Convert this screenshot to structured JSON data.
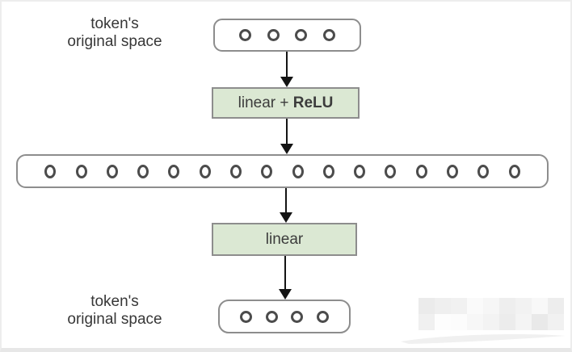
{
  "diagram": {
    "top_label": {
      "line1": "token's",
      "line2": "original space"
    },
    "bottom_label": {
      "line1": "token's",
      "line2": "original space"
    },
    "top_vector": {
      "circles": 4
    },
    "hidden_vector": {
      "circles": 16
    },
    "bottom_vector": {
      "circles": 4
    },
    "op1": {
      "prefix": "linear + ",
      "bold": "ReLU"
    },
    "op2": {
      "label": "linear"
    },
    "colors": {
      "op_fill_green": "#dbe8d3",
      "box_border_gray": "#8d8d8d",
      "circle_stroke": "#4c4c4c",
      "arrow_black": "#141414",
      "label_text": "#373737",
      "frame_border": "#ededed"
    },
    "watermark": {
      "cells": [
        "#ebebeb",
        "#efefef",
        "#f1f1f1",
        "#fafafa",
        "#f6f6f6",
        "#eeeeee",
        "#f2f2f2",
        "#f8f8f8",
        "#ededed",
        "#f0f0f0",
        "#fdfdfd",
        "#fcfcfc",
        "#f7f7f7",
        "#f3f3f3",
        "#ececec",
        "#f4f4f4",
        "#e9e9e9",
        "#f1f1f1"
      ]
    }
  }
}
